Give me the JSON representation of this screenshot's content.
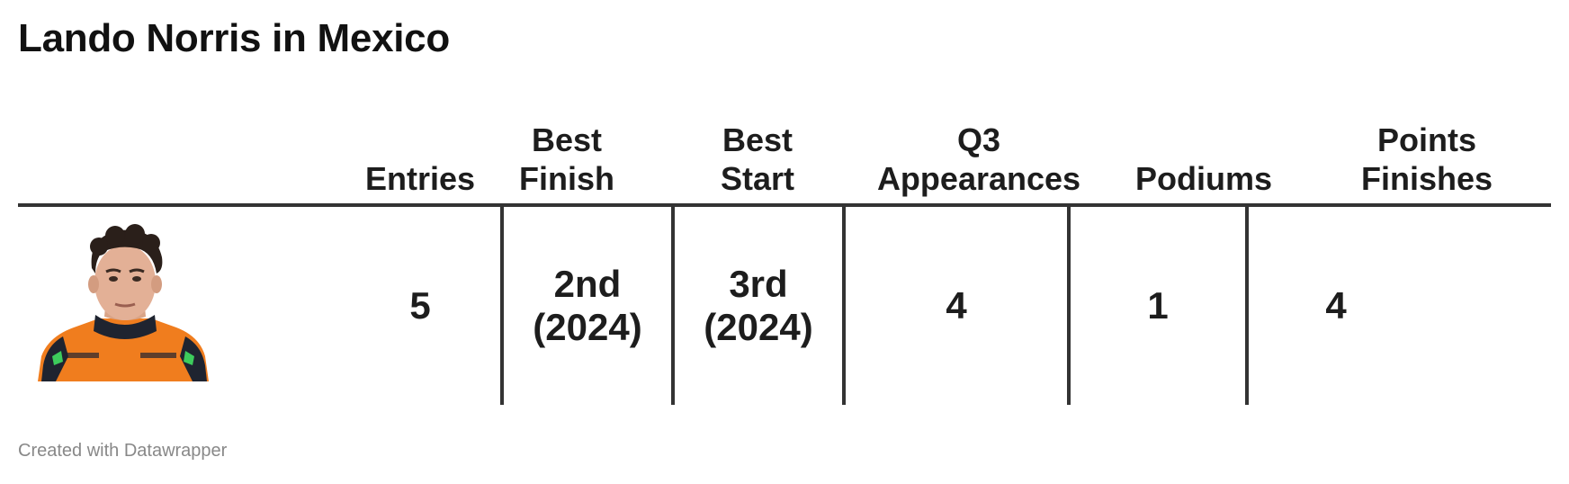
{
  "title": "Lando Norris in Mexico",
  "footer": "Created with Datawrapper",
  "colors": {
    "text": "#1d1d1d",
    "rule": "#333333",
    "footer": "#888888",
    "suit_orange": "#f07d1e",
    "suit_dark": "#1f2430",
    "accent_green": "#3dcc5c"
  },
  "columns": [
    {
      "key": "photo",
      "label": ""
    },
    {
      "key": "entries",
      "label": "Entries"
    },
    {
      "key": "best_finish",
      "label": "Best\nFinish"
    },
    {
      "key": "best_start",
      "label": "Best\nStart"
    },
    {
      "key": "q3",
      "label": "Q3\nAppearances"
    },
    {
      "key": "podiums",
      "label": "Podiums"
    },
    {
      "key": "points",
      "label": "Points\nFinishes"
    }
  ],
  "row": {
    "photo_icon": "driver-portrait",
    "entries": "5",
    "best_finish": "2nd\n(2024)",
    "best_start": "3rd\n(2024)",
    "q3": "4",
    "podiums": "1",
    "points": "4"
  },
  "chart_data": {
    "type": "table",
    "title": "Lando Norris in Mexico",
    "headers": [
      "",
      "Entries",
      "Best Finish",
      "Best Start",
      "Q3 Appearances",
      "Podiums",
      "Points Finishes"
    ],
    "rows": [
      [
        "",
        "5",
        "2nd (2024)",
        "3rd (2024)",
        "4",
        "1",
        "4"
      ]
    ]
  }
}
